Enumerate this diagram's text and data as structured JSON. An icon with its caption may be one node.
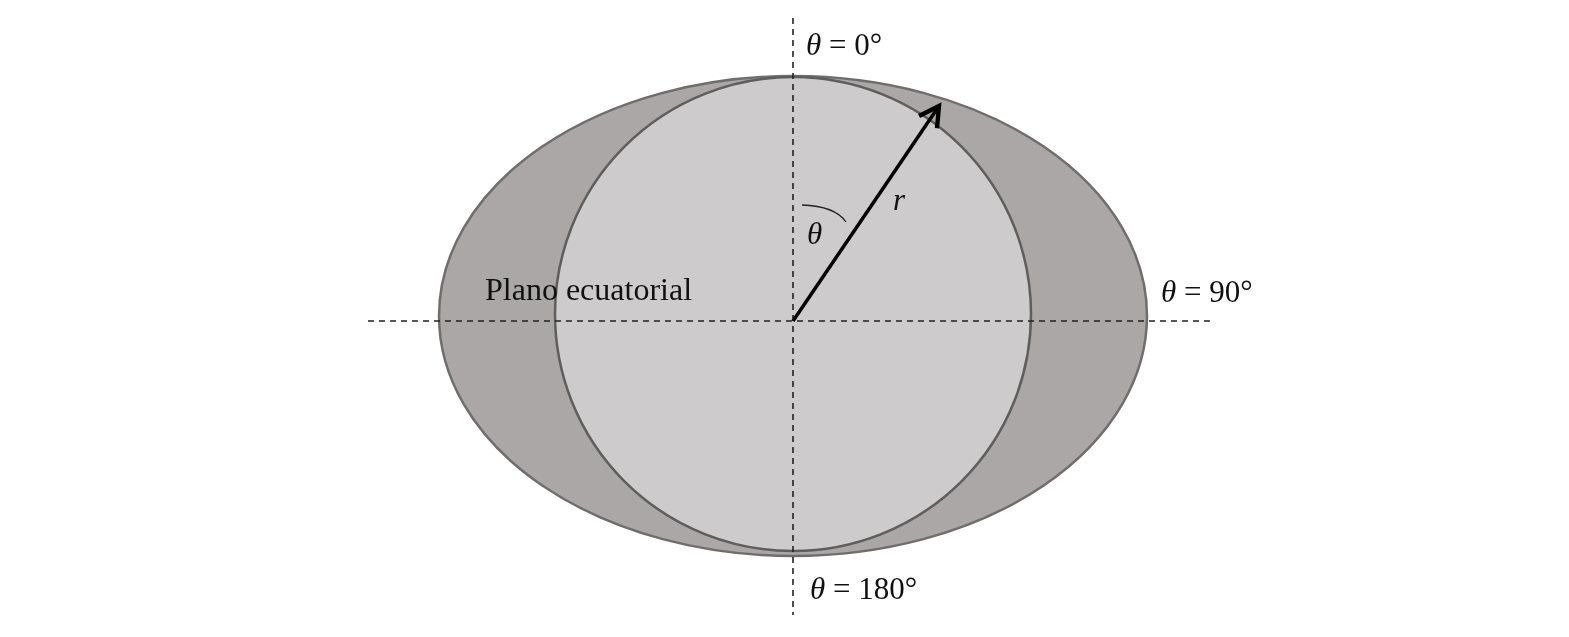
{
  "diagram": {
    "labels": [
      "*θ* = 0°",
      "r",
      "θ",
      "Plano ecuatorial",
      "*θ* = 90°",
      "*θ* = 180°"
    ]
  }
}
